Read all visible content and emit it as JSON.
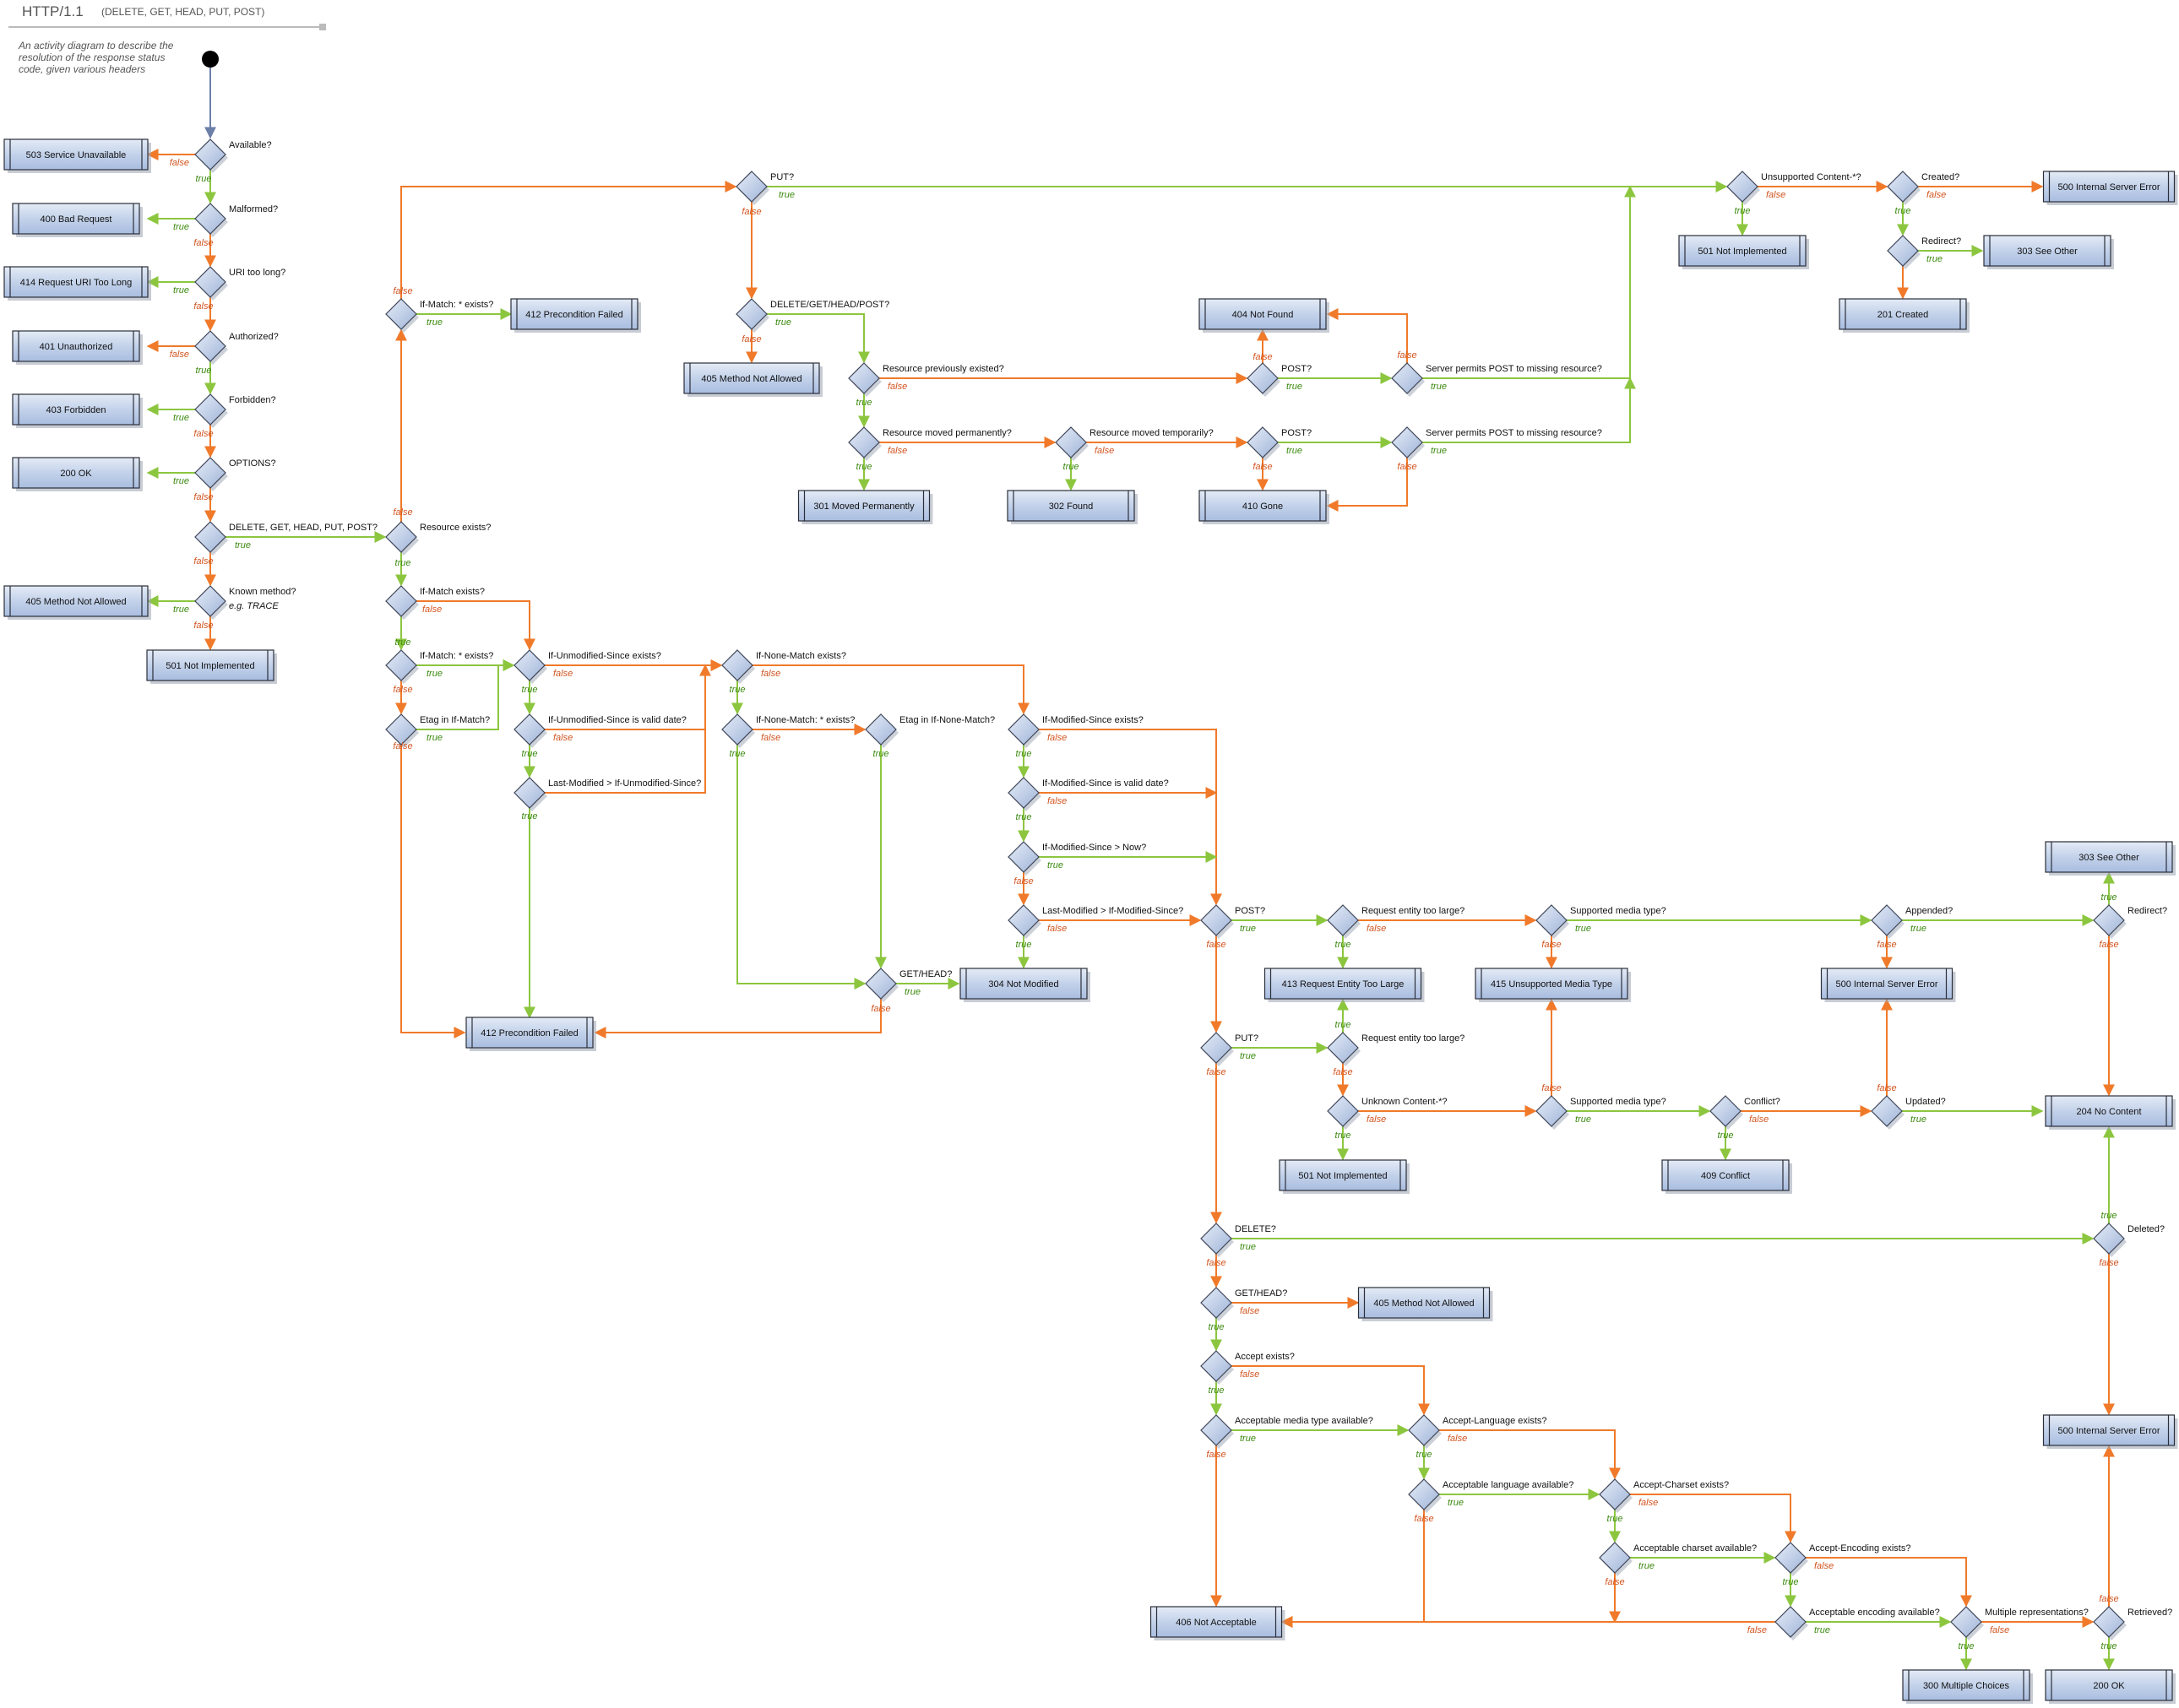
{
  "title": "HTTP/1.1",
  "subtitle": "(DELETE, GET, HEAD, PUT, POST)",
  "caption": [
    "An activity diagram to describe the",
    "resolution of the response status",
    "code, given various headers"
  ],
  "labels": {
    "true": "true",
    "false": "false"
  },
  "colors": {
    "true_edge": "#8cc63f",
    "false_edge": "#f07a2a",
    "start_edge": "#6c7fa8",
    "box_fill": "#c6d4ea",
    "box_stroke": "#2b2f3a"
  },
  "decisions": [
    {
      "id": "d1",
      "label": "Available?"
    },
    {
      "id": "d2",
      "label": "Malformed?"
    },
    {
      "id": "d3",
      "label": "URI too long?"
    },
    {
      "id": "d4",
      "label": "Authorized?"
    },
    {
      "id": "d5",
      "label": "Forbidden?"
    },
    {
      "id": "d6",
      "label": "OPTIONS?"
    },
    {
      "id": "d7",
      "label": "DELETE, GET, HEAD, PUT, POST?"
    },
    {
      "id": "d8",
      "label": "Known method?",
      "note": "e.g. TRACE"
    },
    {
      "id": "e1",
      "label": "Resource exists?"
    },
    {
      "id": "e2",
      "label": "If-Match: * exists?"
    },
    {
      "id": "e3",
      "label": "If-Match exists?"
    },
    {
      "id": "e4",
      "label": "If-Match: * exists?"
    },
    {
      "id": "e5",
      "label": "Etag in If-Match?"
    },
    {
      "id": "f1",
      "label": "If-Unmodified-Since exists?"
    },
    {
      "id": "f2",
      "label": "If-Unmodified-Since is valid date?"
    },
    {
      "id": "f3",
      "label": "Last-Modified > If-Unmodified-Since?"
    },
    {
      "id": "g1",
      "label": "If-None-Match exists?"
    },
    {
      "id": "g2",
      "label": "If-None-Match: * exists?"
    },
    {
      "id": "g3",
      "label": "Etag in If-None-Match?"
    },
    {
      "id": "g4",
      "label": "GET/HEAD?"
    },
    {
      "id": "h1",
      "label": "If-Modified-Since exists?"
    },
    {
      "id": "h2",
      "label": "If-Modified-Since is valid date?"
    },
    {
      "id": "h3",
      "label": "If-Modified-Since > Now?"
    },
    {
      "id": "h4",
      "label": "Last-Modified > If-Modified-Since?"
    },
    {
      "id": "p1",
      "label": "PUT?"
    },
    {
      "id": "p2",
      "label": "DELETE/GET/HEAD/POST?"
    },
    {
      "id": "p3",
      "label": "Resource previously existed?"
    },
    {
      "id": "p4",
      "label": "Resource moved permanently?"
    },
    {
      "id": "p5",
      "label": "Resource moved temporarily?"
    },
    {
      "id": "p6",
      "label": "POST?"
    },
    {
      "id": "p7",
      "label": "POST?"
    },
    {
      "id": "p8",
      "label": "Server permits POST to missing resource?"
    },
    {
      "id": "p9",
      "label": "Server permits POST to missing resource?"
    },
    {
      "id": "u1",
      "label": "Unsupported Content-*?"
    },
    {
      "id": "u2",
      "label": "Created?"
    },
    {
      "id": "u3",
      "label": "Redirect?"
    },
    {
      "id": "k1",
      "label": "POST?"
    },
    {
      "id": "k2",
      "label": "Request entity too large?"
    },
    {
      "id": "k3",
      "label": "Supported media type?"
    },
    {
      "id": "k4",
      "label": "Appended?"
    },
    {
      "id": "k5",
      "label": "Redirect?"
    },
    {
      "id": "m1",
      "label": "PUT?"
    },
    {
      "id": "m2",
      "label": "Request entity too large?"
    },
    {
      "id": "m3",
      "label": "Unknown Content-*?"
    },
    {
      "id": "m4",
      "label": "Supported media type?"
    },
    {
      "id": "m5",
      "label": "Conflict?"
    },
    {
      "id": "m6",
      "label": "Updated?"
    },
    {
      "id": "n1",
      "label": "DELETE?"
    },
    {
      "id": "n2",
      "label": "Deleted?"
    },
    {
      "id": "n3",
      "label": "GET/HEAD?"
    },
    {
      "id": "a1",
      "label": "Accept exists?"
    },
    {
      "id": "a2",
      "label": "Acceptable media type available?"
    },
    {
      "id": "a3",
      "label": "Accept-Language exists?"
    },
    {
      "id": "a4",
      "label": "Acceptable language available?"
    },
    {
      "id": "a5",
      "label": "Accept-Charset exists?"
    },
    {
      "id": "a6",
      "label": "Acceptable charset available?"
    },
    {
      "id": "a7",
      "label": "Accept-Encoding exists?"
    },
    {
      "id": "a8",
      "label": "Acceptable encoding available?"
    },
    {
      "id": "a9",
      "label": "Multiple representations?"
    },
    {
      "id": "a10",
      "label": "Retrieved?"
    }
  ],
  "states": [
    {
      "id": "s503",
      "label": "503 Service Unavailable"
    },
    {
      "id": "s400",
      "label": "400 Bad Request"
    },
    {
      "id": "s414",
      "label": "414 Request URI Too Long"
    },
    {
      "id": "s401",
      "label": "401 Unauthorized"
    },
    {
      "id": "s403",
      "label": "403 Forbidden"
    },
    {
      "id": "s200a",
      "label": "200 OK"
    },
    {
      "id": "s405a",
      "label": "405 Method Not Allowed"
    },
    {
      "id": "s501a",
      "label": "501 Not Implemented"
    },
    {
      "id": "s412a",
      "label": "412 Precondition Failed"
    },
    {
      "id": "s412b",
      "label": "412 Precondition Failed"
    },
    {
      "id": "s405b",
      "label": "405 Method Not Allowed"
    },
    {
      "id": "s404",
      "label": "404 Not Found"
    },
    {
      "id": "s301",
      "label": "301 Moved Permanently"
    },
    {
      "id": "s302",
      "label": "302 Found"
    },
    {
      "id": "s410",
      "label": "410 Gone"
    },
    {
      "id": "s501b",
      "label": "501 Not Implemented"
    },
    {
      "id": "s500a",
      "label": "500 Internal Server Error"
    },
    {
      "id": "s303a",
      "label": "303 See Other"
    },
    {
      "id": "s201",
      "label": "201 Created"
    },
    {
      "id": "s304",
      "label": "304 Not Modified"
    },
    {
      "id": "s413",
      "label": "413 Request Entity Too Large"
    },
    {
      "id": "s415",
      "label": "415 Unsupported Media Type"
    },
    {
      "id": "s500b",
      "label": "500 Internal Server Error"
    },
    {
      "id": "s303b",
      "label": "303 See Other"
    },
    {
      "id": "s501c",
      "label": "501 Not Implemented"
    },
    {
      "id": "s409",
      "label": "409 Conflict"
    },
    {
      "id": "s204",
      "label": "204 No Content"
    },
    {
      "id": "s405c",
      "label": "405 Method Not Allowed"
    },
    {
      "id": "s500c",
      "label": "500 Internal Server Error"
    },
    {
      "id": "s406",
      "label": "406 Not Acceptable"
    },
    {
      "id": "s300",
      "label": "300 Multiple Choices"
    },
    {
      "id": "s200b",
      "label": "200 OK"
    }
  ]
}
